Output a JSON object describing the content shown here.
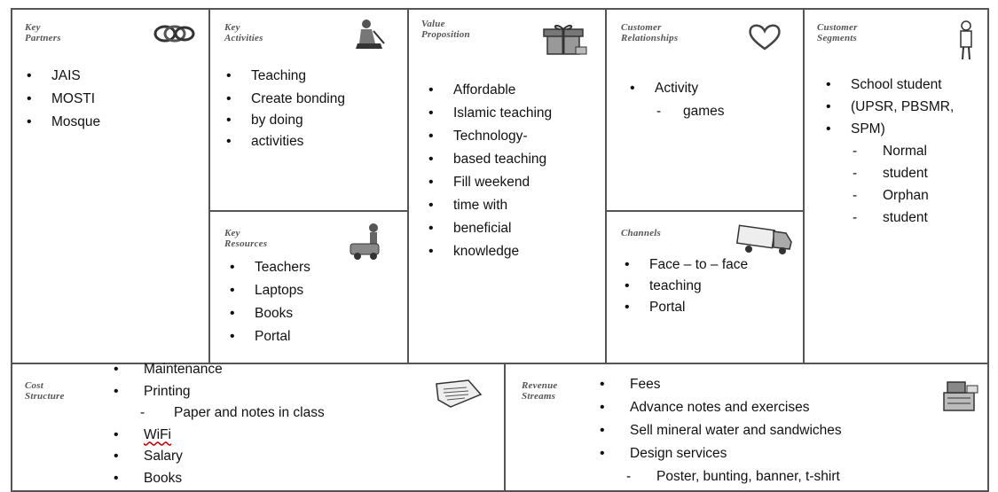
{
  "key_partners": {
    "title_line1": "Key",
    "title_line2": "Partners",
    "icon": "linked-rings-icon",
    "items": [
      "JAIS",
      "MOSTI",
      "Mosque"
    ]
  },
  "key_activities": {
    "title_line1": "Key",
    "title_line2": "Activities",
    "icon": "worker-icon",
    "items": [
      "Teaching",
      "Create bonding",
      "by doing",
      "activities"
    ]
  },
  "key_resources": {
    "title_line1": "Key",
    "title_line2": "Resources",
    "icon": "factory-worker-icon",
    "items": [
      "Teachers",
      "Laptops",
      "Books",
      "Portal"
    ]
  },
  "value_proposition": {
    "title_line1": "Value",
    "title_line2": "Proposition",
    "icon": "gift-box-icon",
    "items": [
      "Affordable",
      "Islamic teaching",
      "Technology-",
      "based teaching",
      "Fill weekend",
      "time with",
      "beneficial",
      "knowledge"
    ]
  },
  "customer_relationships": {
    "title_line1": "Customer",
    "title_line2": "Relationships",
    "icon": "heart-icon",
    "items": [
      "Activity",
      "games"
    ]
  },
  "channels": {
    "title": "Channels",
    "icon": "delivery-truck-icon",
    "items": [
      "Face – to – face",
      "teaching",
      "Portal"
    ]
  },
  "customer_segments": {
    "title_line1": "Customer",
    "title_line2": "Segments",
    "icon": "person-icon",
    "items": [
      "School student",
      "(UPSR, PBSMR,",
      "SPM)",
      "Normal",
      "student",
      "Orphan",
      "student"
    ]
  },
  "cost_structure": {
    "title_line1": "Cost",
    "title_line2": "Structure",
    "icon": "price-tag-icon",
    "items": [
      "Maintenance",
      "Printing",
      "Paper and notes in class",
      "WiFi",
      "Salary",
      "Books"
    ]
  },
  "revenue_streams": {
    "title_line1": "Revenue",
    "title_line2": "Streams",
    "icon": "cash-register-icon",
    "items": [
      "Fees",
      "Advance notes and exercises",
      "Sell mineral water and sandwiches",
      "Design services",
      "Poster, bunting, banner, t-shirt"
    ]
  }
}
